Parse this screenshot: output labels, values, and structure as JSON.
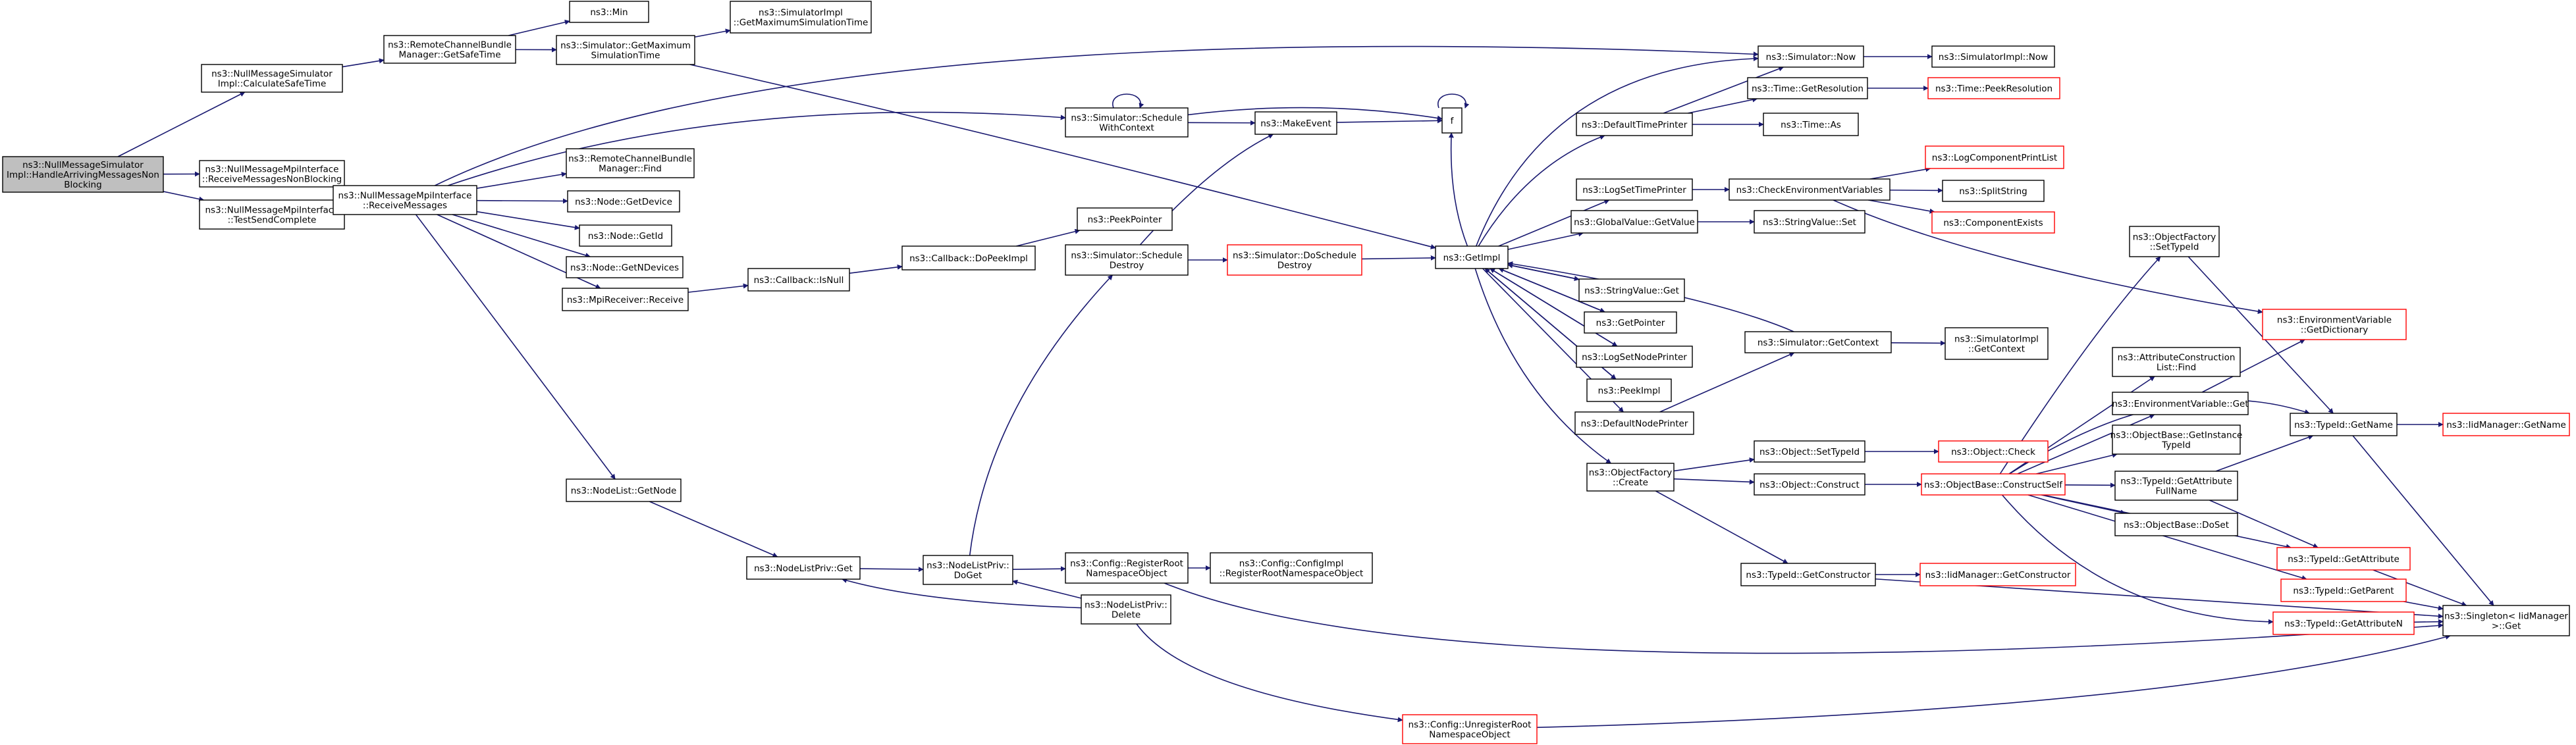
{
  "nodes": {
    "root": [
      "ns3::NullMessageSimulator",
      "Impl::HandleArrivingMessagesNon",
      "Blocking"
    ],
    "calcSafe": [
      "ns3::NullMessageSimulator",
      "Impl::CalculateSafeTime"
    ],
    "recvNonBlock": [
      "ns3::NullMessageMpiInterface",
      "::ReceiveMessagesNonBlocking"
    ],
    "testSend": [
      "ns3::NullMessageMpiInterface",
      "::TestSendComplete"
    ],
    "rcbmGetSafe": [
      "ns3::RemoteChannelBundle",
      "Manager::GetSafeTime"
    ],
    "min": [
      "ns3::Min"
    ],
    "getMaxSim": [
      "ns3::Simulator::GetMaximum",
      "SimulationTime"
    ],
    "implGetMaxSim": [
      "ns3::SimulatorImpl",
      "::GetMaximumSimulationTime"
    ],
    "recvMsgs": [
      "ns3::NullMessageMpiInterface",
      "::ReceiveMessages"
    ],
    "rcbmFind": [
      "ns3::RemoteChannelBundle",
      "Manager::Find"
    ],
    "nodeGetDevice": [
      "ns3::Node::GetDevice"
    ],
    "nodeGetId": [
      "ns3::Node::GetId"
    ],
    "nodeGetNDevices": [
      "ns3::Node::GetNDevices"
    ],
    "mpiRecv": [
      "ns3::MpiReceiver::Receive"
    ],
    "nodeListGetNode": [
      "ns3::NodeList::GetNode"
    ],
    "cbIsNull": [
      "ns3::Callback::IsNull"
    ],
    "cbDoPeek": [
      "ns3::Callback::DoPeekImpl"
    ],
    "peekPointer": [
      "ns3::PeekPointer"
    ],
    "schedWithCtx": [
      "ns3::Simulator::Schedule",
      "WithContext"
    ],
    "makeEvent": [
      "ns3::MakeEvent"
    ],
    "f": [
      "f"
    ],
    "schedDestroy": [
      "ns3::Simulator::Schedule",
      "Destroy"
    ],
    "doSchedDestroy": [
      "ns3::Simulator::DoSchedule",
      "Destroy"
    ],
    "getImpl": [
      "ns3::GetImpl"
    ],
    "nlpGet": [
      "ns3::NodeListPriv::Get"
    ],
    "nlpDoGet": [
      "ns3::NodeListPriv::",
      "DoGet"
    ],
    "nlpDelete": [
      "ns3::NodeListPriv::",
      "Delete"
    ],
    "cfgRegRoot": [
      "ns3::Config::RegisterRoot",
      "NamespaceObject"
    ],
    "cfgImplRegRoot": [
      "ns3::Config::ConfigImpl",
      "::RegisterRootNamespaceObject"
    ],
    "cfgUnregRoot": [
      "ns3::Config::UnregisterRoot",
      "NamespaceObject"
    ],
    "simNow": [
      "ns3::Simulator::Now"
    ],
    "implNow": [
      "ns3::SimulatorImpl::Now"
    ],
    "defTimePrinter": [
      "ns3::DefaultTimePrinter"
    ],
    "timeGetRes": [
      "ns3::Time::GetResolution"
    ],
    "timePeekRes": [
      "ns3::Time::PeekResolution"
    ],
    "timeAs": [
      "ns3::Time::As"
    ],
    "logSetTime": [
      "ns3::LogSetTimePrinter"
    ],
    "checkEnv": [
      "ns3::CheckEnvironmentVariables"
    ],
    "logCompPrint": [
      "ns3::LogComponentPrintList"
    ],
    "splitString": [
      "ns3::SplitString"
    ],
    "compExists": [
      "ns3::ComponentExists"
    ],
    "gvGetValue": [
      "ns3::GlobalValue::GetValue"
    ],
    "svSet": [
      "ns3::StringValue::Set"
    ],
    "svGet": [
      "ns3::StringValue::Get"
    ],
    "getPointer": [
      "ns3::GetPointer"
    ],
    "logSetNode": [
      "ns3::LogSetNodePrinter"
    ],
    "peekImpl": [
      "ns3::PeekImpl"
    ],
    "defNodePrinter": [
      "ns3::DefaultNodePrinter"
    ],
    "simGetCtx": [
      "ns3::Simulator::GetContext"
    ],
    "implGetCtx": [
      "ns3::SimulatorImpl",
      "::GetContext"
    ],
    "ofSetTypeId": [
      "ns3::ObjectFactory",
      "::SetTypeId"
    ],
    "envGetDict": [
      "ns3::EnvironmentVariable",
      "::GetDictionary"
    ],
    "ofCreate": [
      "ns3::ObjectFactory",
      "::Create"
    ],
    "objSetTypeId": [
      "ns3::Object::SetTypeId"
    ],
    "objCheck": [
      "ns3::Object::Check"
    ],
    "objConstruct": [
      "ns3::Object::Construct"
    ],
    "obConstructSelf": [
      "ns3::ObjectBase::ConstructSelf"
    ],
    "attrConsFind": [
      "ns3::AttributeConstruction",
      "List::Find"
    ],
    "envGet": [
      "ns3::EnvironmentVariable::Get"
    ],
    "obGetInstTid": [
      "ns3::ObjectBase::GetInstance",
      "TypeId"
    ],
    "tidGetAttrFull": [
      "ns3::TypeId::GetAttribute",
      "FullName"
    ],
    "obDoSet": [
      "ns3::ObjectBase::DoSet"
    ],
    "tidGetName": [
      "ns3::TypeId::GetName"
    ],
    "iidGetName": [
      "ns3::IidManager::GetName"
    ],
    "tidGetAttr": [
      "ns3::TypeId::GetAttribute"
    ],
    "tidGetParent": [
      "ns3::TypeId::GetParent"
    ],
    "tidGetAttrN": [
      "ns3::TypeId::GetAttributeN"
    ],
    "tidGetCons": [
      "ns3::TypeId::GetConstructor"
    ],
    "iidGetCons": [
      "ns3::IidManager::GetConstructor"
    ],
    "singletonGet": [
      "ns3::Singleton< IidManager",
      " >::Get"
    ]
  },
  "colors": {
    "edge": "#191970",
    "root_fill": "#bfbfbf",
    "border": "#000000",
    "incomplete_border": "#ff0000",
    "background": "#ffffff"
  }
}
